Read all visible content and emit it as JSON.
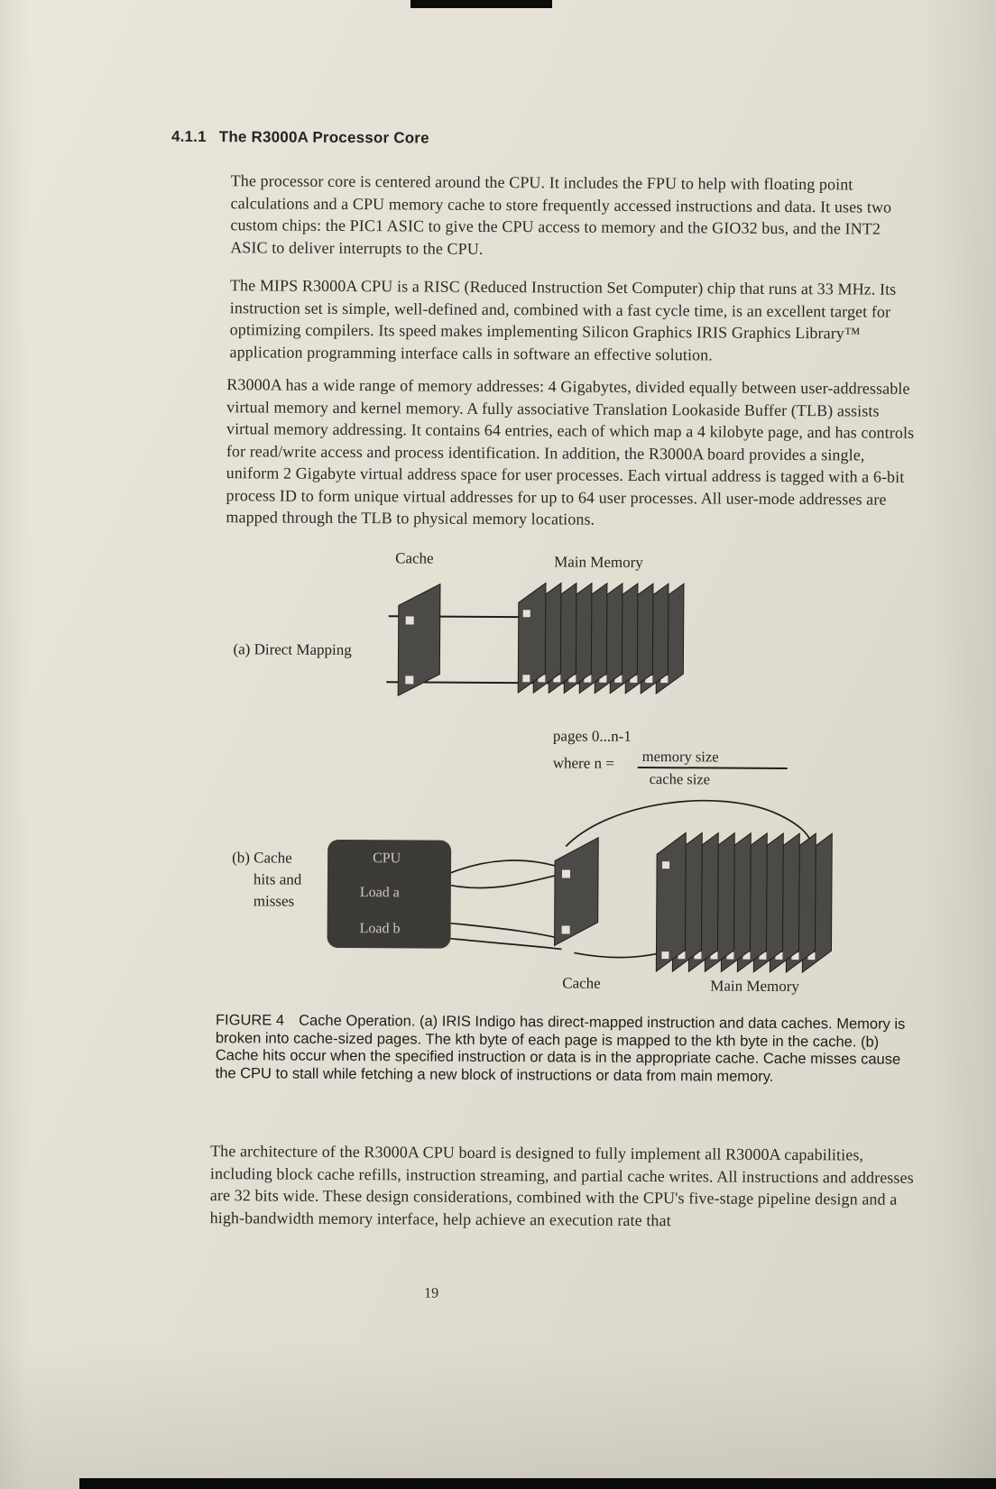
{
  "colors": {
    "paper": "#e3dfd4",
    "ink": "#2e2b25",
    "diagram_fill": "#4b4a47"
  },
  "section": {
    "number": "4.1.1",
    "title": "The R3000A Processor Core"
  },
  "paragraphs": {
    "p1": "The processor core is centered around the CPU. It includes the FPU to help with floating point calculations and a CPU memory cache to store frequently accessed instructions and data. It uses two custom chips: the PIC1 ASIC to give the CPU access to memory and the GIO32 bus, and the INT2 ASIC to deliver interrupts to the CPU.",
    "p2": "The MIPS R3000A CPU is a RISC (Reduced Instruction Set Computer) chip that runs at 33 MHz. Its instruction set is simple, well-defined and, combined with a fast cycle time, is an excellent target for optimizing compilers. Its speed makes implementing Silicon Graphics IRIS Graphics Library™ application programming interface calls in software an effective solution.",
    "p3": "R3000A has a wide range of memory addresses: 4 Gigabytes, divided equally between user-addressable virtual memory and kernel memory. A fully associative Translation Lookaside Buffer (TLB) assists virtual memory addressing. It contains 64 entries, each of which map a 4 kilobyte page, and has controls for read/write access and process identification. In addition, the R3000A board provides a single, uniform 2 Gigabyte virtual address space for user processes. Each virtual address is tagged with a 6-bit process ID to form unique virtual addresses for up to 64 user processes. All user-mode addresses are mapped through the TLB to physical memory locations.",
    "p4": "The architecture of the R3000A CPU board is designed to fully implement all R3000A capabilities, including block cache refills, instruction streaming, and partial cache writes. All instructions and addresses are 32 bits wide. These design considerations, combined with the CPU's five-stage pipeline design and a high-bandwidth memory interface, help achieve an execution rate that"
  },
  "figure": {
    "part_a": {
      "label": "(a) Direct Mapping",
      "cache_label": "Cache",
      "memory_label": "Main Memory",
      "pages_label": "pages 0...n-1",
      "equation_lhs": "where n =",
      "numerator": "memory size",
      "denominator": "cache size"
    },
    "part_b": {
      "label_lines": [
        "(b) Cache",
        "hits and",
        "misses"
      ],
      "cpu_label": "CPU",
      "load_a": "Load a",
      "load_b": "Load b",
      "cache_label": "Cache",
      "memory_label": "Main Memory"
    },
    "caption_label": "FIGURE 4",
    "caption_text": "Cache Operation. (a) IRIS Indigo has direct-mapped instruction and data caches. Memory is broken into cache-sized pages. The kth byte of each page is mapped to the kth byte in the cache. (b) Cache hits occur when the specified instruction or data is in the appropriate cache. Cache misses cause the CPU to stall while fetching a new block of instructions or data from main memory."
  },
  "page_number": "19"
}
